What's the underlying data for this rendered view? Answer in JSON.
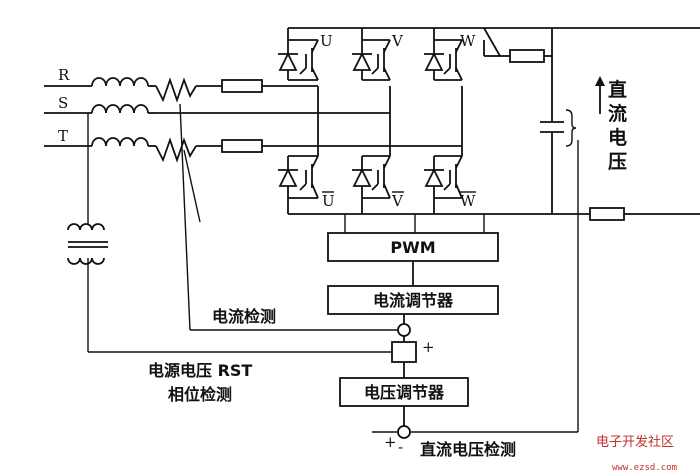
{
  "phase_inputs": [
    "R",
    "S",
    "T"
  ],
  "igbt_upper_labels": [
    "U",
    "V",
    "W"
  ],
  "igbt_lower_labels": [
    "U",
    "V",
    "W"
  ],
  "blocks": {
    "pwm": "PWM",
    "current_regulator": "电流调节器",
    "voltage_regulator": "电压调节器"
  },
  "labels": {
    "current_detect": "电流检测",
    "source_voltage_line1": "电源电压 RST",
    "source_voltage_line2": "相位检测",
    "dc_voltage_detect": "直流电压检测",
    "dc_voltage_vertical": [
      "直",
      "流",
      "电",
      "压"
    ]
  },
  "signs": {
    "multiplier_plus": "+",
    "bottom_left_plus": "+",
    "bottom_minus": "-"
  },
  "watermark": {
    "line1": "电子开发社区",
    "line2": "www.ezsd.com"
  }
}
